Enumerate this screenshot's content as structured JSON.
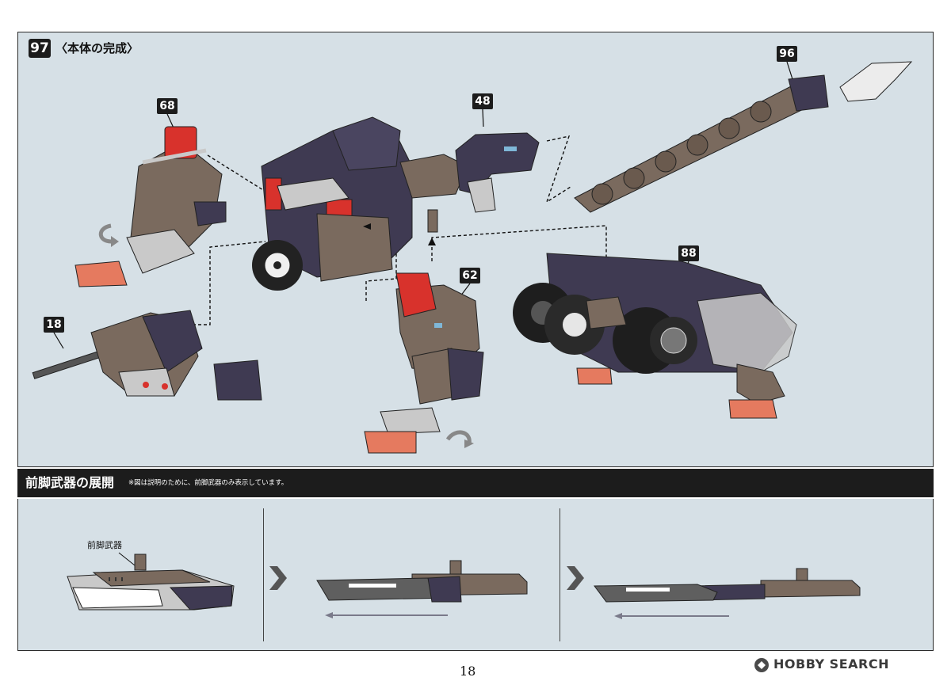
{
  "step": {
    "number": "97",
    "title": "〈本体の完成〉",
    "callouts": [
      "68",
      "48",
      "96",
      "18",
      "62",
      "88"
    ]
  },
  "section": {
    "title": "前脚武器の展開",
    "note": "※図は説明のために、前脚武器のみ表示しています。",
    "weapon_label": "前脚武器"
  },
  "footer": {
    "page_number": "18",
    "watermark": "HOBBY SEARCH"
  },
  "colors": {
    "panel_bg": "#d6e0e6",
    "header_bar": "#1c1c1c",
    "part_brown": "#7a6a5e",
    "part_purple": "#3f3a52",
    "part_red": "#d8322c",
    "part_silver": "#c9c9c9",
    "claw_salmon": "#e57a5f"
  }
}
